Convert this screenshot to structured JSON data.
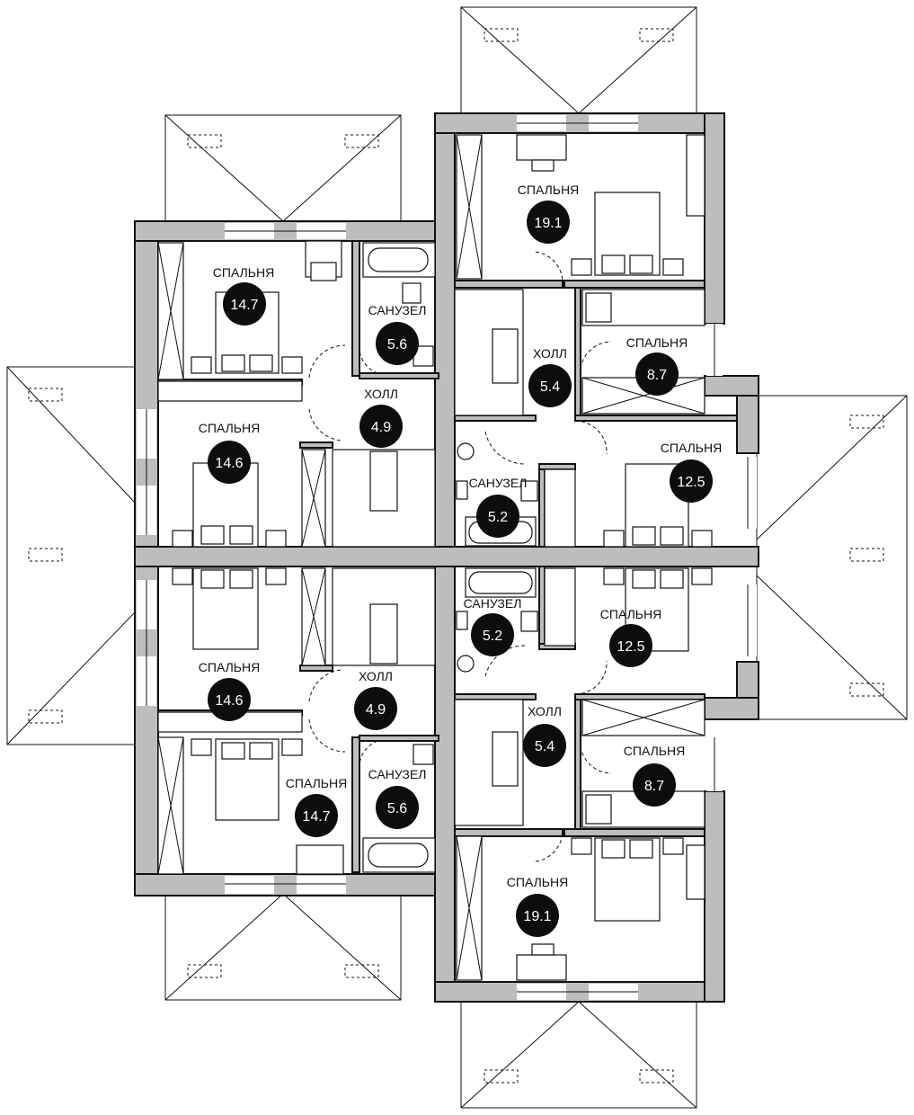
{
  "rooms": [
    {
      "label": "СПАЛЬНЯ",
      "area": "14.7"
    },
    {
      "label": "САНУЗЕЛ",
      "area": "5.6"
    },
    {
      "label": "ХОЛЛ",
      "area": "4.9"
    },
    {
      "label": "СПАЛЬНЯ",
      "area": "14.6"
    },
    {
      "label": "СПАЛЬНЯ",
      "area": "19.1"
    },
    {
      "label": "ХОЛЛ",
      "area": "5.4"
    },
    {
      "label": "СПАЛЬНЯ",
      "area": "8.7"
    },
    {
      "label": "СПАЛЬНЯ",
      "area": "12.5"
    },
    {
      "label": "САНУЗЕЛ",
      "area": "5.2"
    },
    {
      "label": "СПАЛЬНЯ",
      "area": "14.6"
    },
    {
      "label": "ХОЛЛ",
      "area": "4.9"
    },
    {
      "label": "СПАЛЬНЯ",
      "area": "14.7"
    },
    {
      "label": "САНУЗЕЛ",
      "area": "5.6"
    },
    {
      "label": "САНУЗЕЛ",
      "area": "5.2"
    },
    {
      "label": "СПАЛЬНЯ",
      "area": "12.5"
    },
    {
      "label": "ХОЛЛ",
      "area": "5.4"
    },
    {
      "label": "СПАЛЬНЯ",
      "area": "8.7"
    },
    {
      "label": "СПАЛЬНЯ",
      "area": "19.1"
    }
  ]
}
